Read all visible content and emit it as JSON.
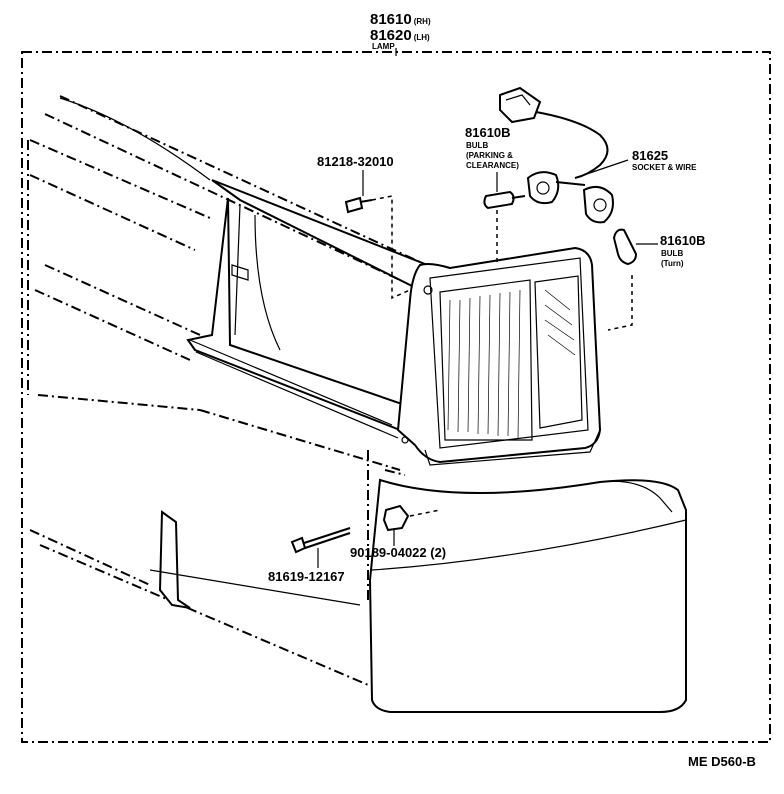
{
  "title": {
    "part_rh": "81610",
    "part_rh_suffix": "(RH)",
    "part_lh": "81620",
    "part_lh_suffix": "(LH)",
    "name": "LAMP"
  },
  "callouts": {
    "screw": {
      "number": "81218-32010"
    },
    "bulb_parking": {
      "number": "81610B",
      "line1": "BULB",
      "line2": "(PARKING &",
      "line3": "CLEARANCE)"
    },
    "socket": {
      "number": "81625",
      "name": "SOCKET & WIRE"
    },
    "bulb_turn": {
      "number": "81610B",
      "line1": "BULB",
      "line2": "(Turn)"
    },
    "nut": {
      "number": "90189-04022 (2)"
    },
    "bolt": {
      "number": "81619-12167"
    }
  },
  "diagram_code": "ME D560-B"
}
